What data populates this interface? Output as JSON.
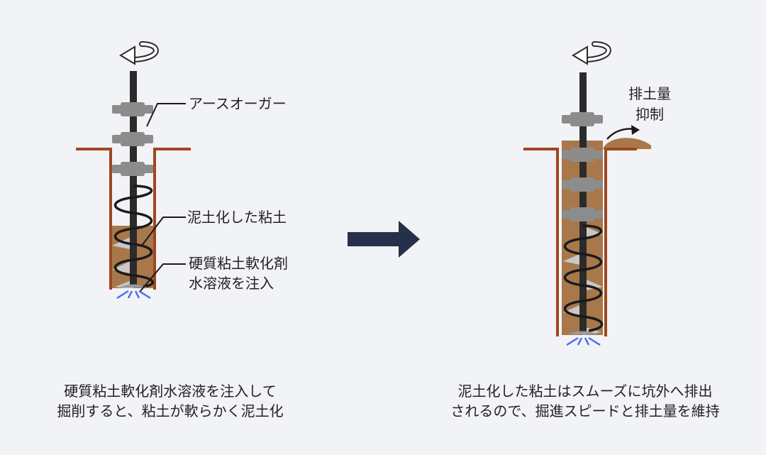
{
  "labels": {
    "auger": "アースオーガー",
    "mud": "泥土化した粘土",
    "injection_line1": "硬質粘土軟化剤",
    "injection_line2": "水溶液を注入",
    "discharge_line1": "排土量",
    "discharge_line2": "抑制"
  },
  "captions": {
    "left_line1": "硬質粘土軟化剤水溶液を注入して",
    "left_line2": "掘削すると、粘土が軟らかく泥土化",
    "right_line1": "泥土化した粘土はスムーズに坑外へ排出",
    "right_line2": "されるので、掘進スピードと排土量を維持"
  },
  "colors": {
    "background": "#f2f3f7",
    "casing": "#a0461e",
    "soil": "#a8784a",
    "shaft": "#2b2b2b",
    "fitting": "#8c8c8c",
    "spray": "#4a6cf0",
    "arrow": "#26304a"
  }
}
